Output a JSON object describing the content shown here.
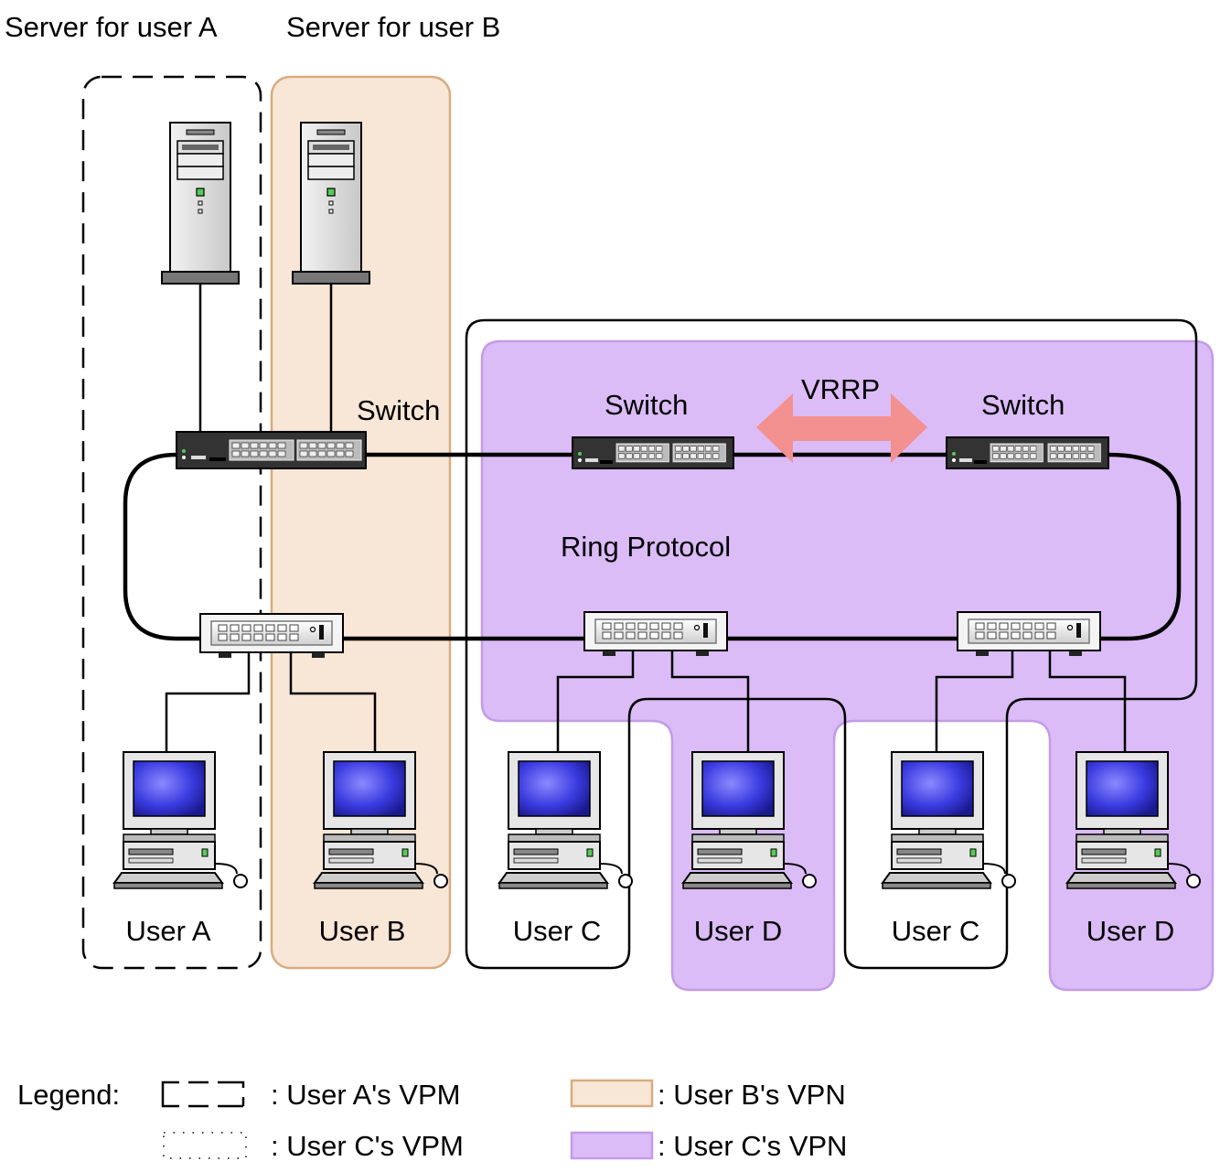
{
  "labels": {
    "server_a": "Server for user A",
    "server_b": "Server for user B",
    "switch_left": "Switch",
    "switch_mid": "Switch",
    "switch_right": "Switch",
    "vrrp": "VRRP",
    "ring": "Ring Protocol"
  },
  "users": [
    "User A",
    "User B",
    "User C",
    "User D",
    "User C",
    "User D"
  ],
  "legend": {
    "title": "Legend:",
    "items": [
      ": User A's VPM",
      ": User C's VPM",
      ": User B's VPN",
      ": User C's VPN"
    ]
  },
  "colors": {
    "user_b_vpn": "#f8e6d6",
    "user_b_vpn_border": "#d9ab80",
    "user_c_vpn": "#dbbcf7",
    "user_c_vpn_border": "#c49be8",
    "vrrp_arrow": "#f39090",
    "screen": "#3636c8"
  }
}
